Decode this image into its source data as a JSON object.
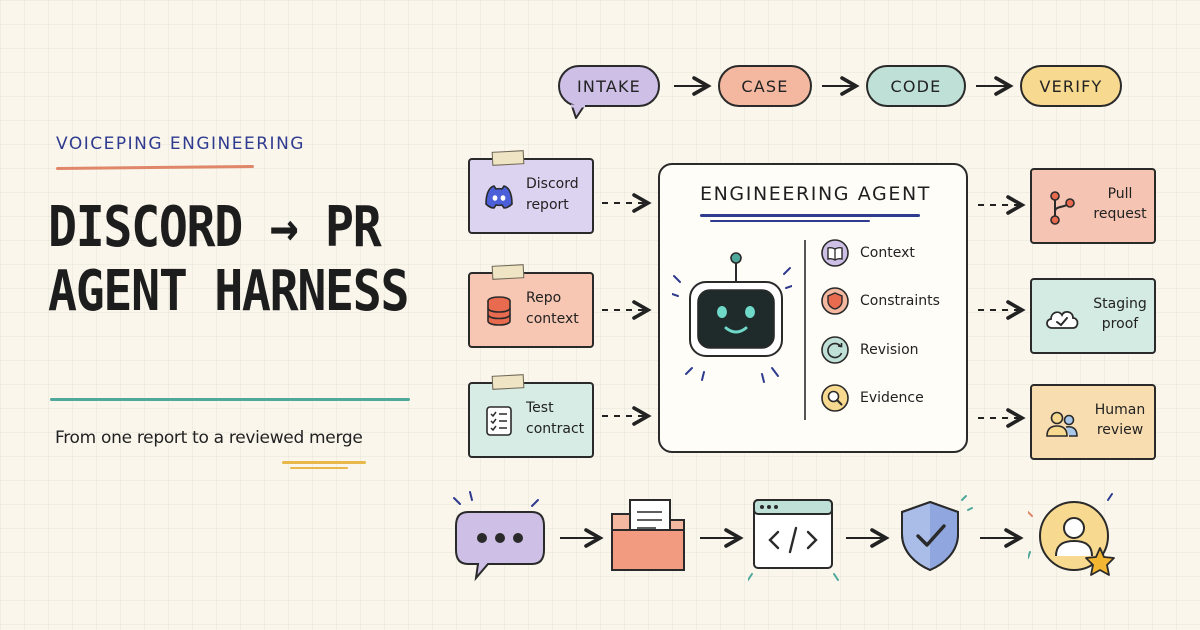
{
  "brand": {
    "eyebrow": "VOICEPING ENGINEERING",
    "title_line1": "DISCORD → PR",
    "title_line2": "AGENT HARNESS",
    "subtitle": "From one report to a reviewed merge"
  },
  "pipeline": [
    {
      "label": "INTAKE"
    },
    {
      "label": "CASE"
    },
    {
      "label": "CODE"
    },
    {
      "label": "VERIFY"
    }
  ],
  "inputs": [
    {
      "line1": "Discord",
      "line2": "report",
      "icon": "discord-icon"
    },
    {
      "line1": "Repo",
      "line2": "context",
      "icon": "database-icon"
    },
    {
      "line1": "Test",
      "line2": "contract",
      "icon": "checklist-icon"
    }
  ],
  "agent": {
    "title": "ENGINEERING AGENT",
    "features": [
      {
        "label": "Context",
        "icon": "book-icon"
      },
      {
        "label": "Constraints",
        "icon": "shield-icon"
      },
      {
        "label": "Revision",
        "icon": "refresh-icon"
      },
      {
        "label": "Evidence",
        "icon": "magnifier-icon"
      }
    ]
  },
  "outputs": [
    {
      "line1": "Pull",
      "line2": "request",
      "icon": "git-branch-icon"
    },
    {
      "line1": "Staging",
      "line2": "proof",
      "icon": "cloud-check-icon"
    },
    {
      "line1": "Human",
      "line2": "review",
      "icon": "people-icon"
    }
  ],
  "bottom_flow": [
    "chat-bubble-icon",
    "folder-document-icon",
    "code-window-icon",
    "shield-check-icon",
    "user-star-icon"
  ],
  "colors": {
    "purple": "#cdbfe6",
    "coral": "#f4b8a0",
    "mint": "#bfe0d6",
    "yellow": "#f7d98f",
    "navy": "#2f3b8f"
  }
}
